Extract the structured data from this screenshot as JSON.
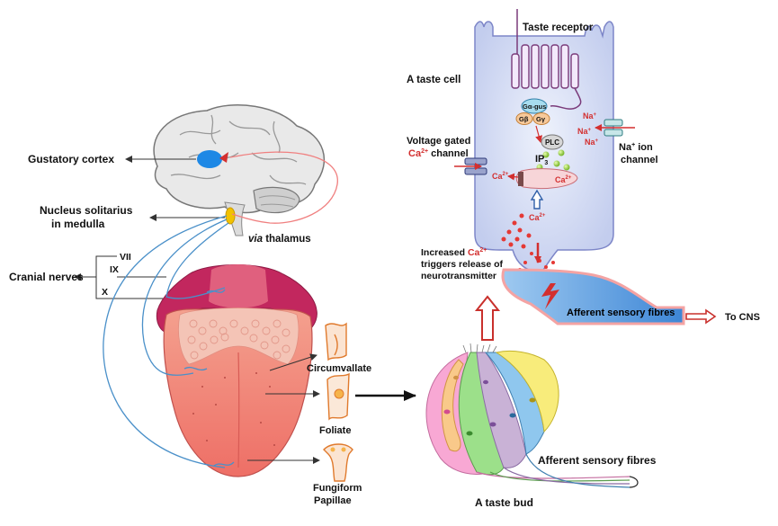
{
  "labels": {
    "gustatory_cortex": "Gustatory cortex",
    "nucleus_line1": "Nucleus solitarius",
    "nucleus_line2": "in medulla",
    "via": "via",
    "thalamus": " thalamus",
    "cranial_nerves": "Cranial nerves",
    "nerve_vii": "VII",
    "nerve_ix": "IX",
    "nerve_x": "X",
    "circumvallate": "Circumvallate",
    "foliate": "Foliate",
    "fungiform": "Fungiform",
    "papillae": "Papillae",
    "taste_bud": "A taste bud",
    "afferent_bud": "Afferent sensory fibres",
    "taste_receptor": "Taste receptor",
    "taste_cell": "A taste cell",
    "g_alpha": "Gα-gus",
    "g_beta": "Gβ",
    "g_gamma": "Gγ",
    "plc": "PLC",
    "ip": "IP",
    "ip_sub": "3",
    "ca": "Ca",
    "ca_sup": "2+",
    "na": "Na",
    "na_sup": "+",
    "na_channel_line1": "Na",
    "na_channel_line1_rest": " ion",
    "na_channel_line2": "channel",
    "vg_line1": "Voltage gated",
    "vg_line2_rest": " channel",
    "increased_line1": "Increased ",
    "increased_line2": "triggers release of",
    "increased_line3": "neurotransmitter",
    "afferent_cell": "Afferent sensory fibres",
    "to_cns": "To CNS"
  },
  "colors": {
    "cell_fill": "#d6def5",
    "cell_stroke": "#7d86c8",
    "nerve_blue": "#4a90c9",
    "ca_red": "#e02020",
    "tongue": "#f07b70",
    "brain": "#e6e6e6",
    "cortex_blue": "#1e88e5"
  }
}
